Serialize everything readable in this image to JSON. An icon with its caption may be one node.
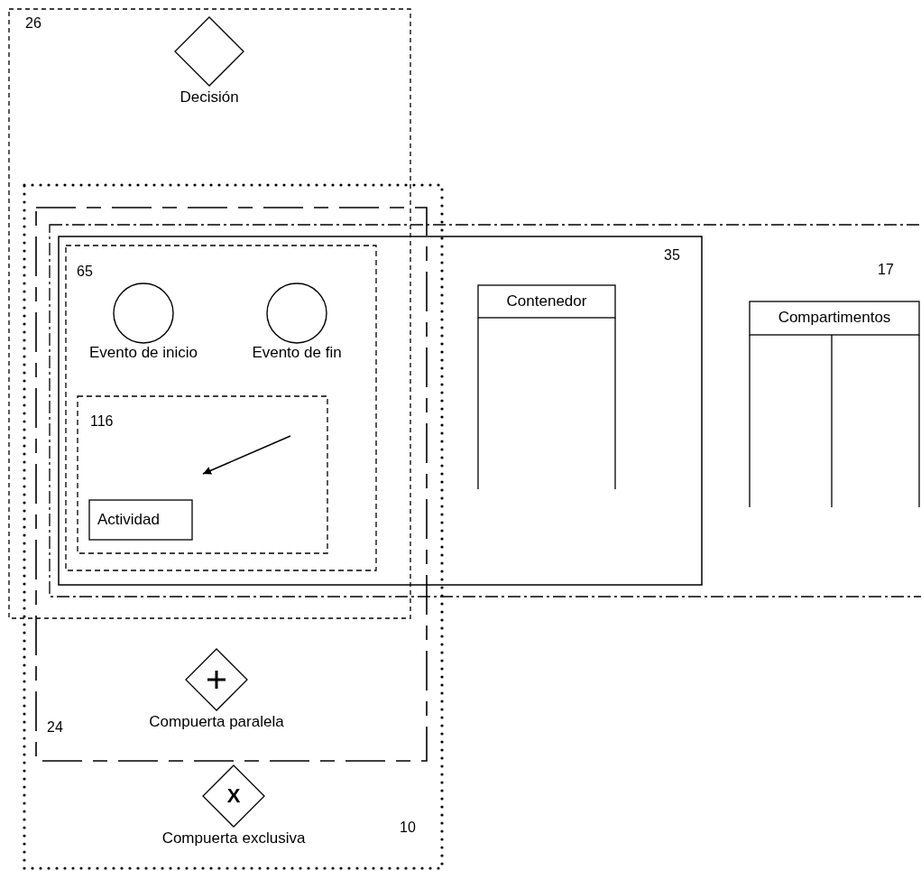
{
  "diagram": {
    "nodes": [
      {
        "text": [
          "26"
        ]
      },
      {
        "text": [
          "Decisión"
        ],
        "in": 0
      },
      {
        "text": [
          "10"
        ]
      },
      {
        "text": [
          "24"
        ],
        "in": 2
      },
      {
        "text": [
          "17"
        ]
      },
      {
        "text": [
          "35"
        ],
        "in": 4
      },
      {
        "text": [
          "65"
        ]
      },
      {
        "text": [],
        "shape": "circle",
        "beside": [
          "Evento de inicio"
        ],
        "in": 6
      },
      {
        "text": [],
        "shape": "circle",
        "beside": [
          "Evento de fin"
        ],
        "in": 6
      },
      {
        "text": [
          "116"
        ],
        "in": 6
      },
      {
        "text": [
          "Actividad"
        ],
        "in": 9
      },
      {
        "text": [
          "Contenedor"
        ],
        "in": 5
      },
      {
        "text": [
          "Compartimentos"
        ],
        "in": 4
      },
      {
        "text": [
          "Compuerta paralela"
        ],
        "in": 3
      },
      {
        "text": [
          "X",
          "Compuerta exclusiva"
        ],
        "in": 2
      }
    ]
  }
}
